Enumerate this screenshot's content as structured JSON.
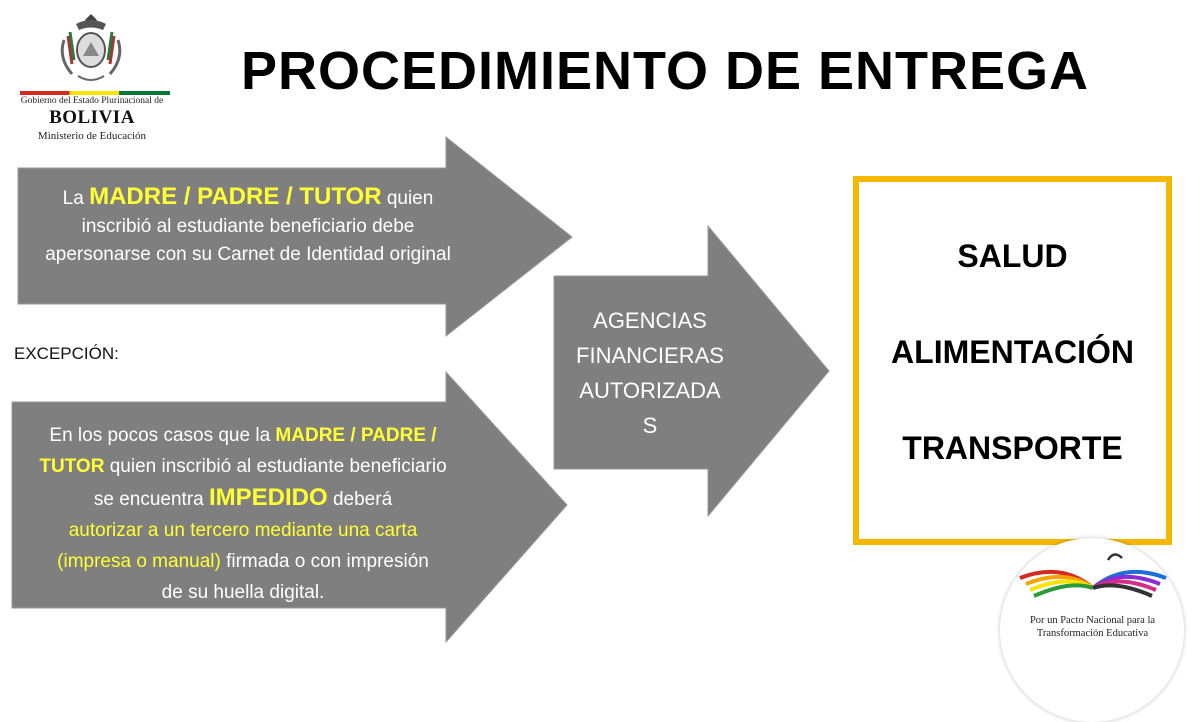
{
  "title": "PROCEDIMIENTO DE ENTREGA",
  "logo_left": {
    "line1": "Gobierno del Estado Plurinacional de",
    "line2": "BOLIVIA",
    "line3": "Ministerio de Educación"
  },
  "step1": {
    "prefix": "La",
    "highlight": "MADRE / PADRE / TUTOR",
    "rest_1": "quien",
    "line2": "inscribió al estudiante beneficiario debe",
    "line3": "apersonarse con su Carnet de Identidad original"
  },
  "exception_label": "EXCEPCIÓN:",
  "step2": {
    "part1": "En los pocos casos que la",
    "highlight1a": "MADRE / PADRE /",
    "highlight1b": "TUTOR",
    "part2": "quien inscribió al estudiante beneficiario",
    "part3": "se encuentra",
    "highlight2": "IMPEDIDO",
    "part4": "deberá",
    "highlight3a": "autorizar a un tercero mediante una carta",
    "highlight3b": "(impresa o manual)",
    "part5": "firmada o con impresión",
    "part6": "de su huella digital."
  },
  "step3": {
    "line1": "AGENCIAS",
    "line2": "FINANCIERAS",
    "line3": "AUTORIZADA",
    "line4": "S"
  },
  "uses": [
    "SALUD",
    "ALIMENTACIÓN",
    "TRANSPORTE"
  ],
  "logo_right": {
    "caption_line1": "Por un Pacto Nacional para la",
    "caption_line2": "Transformación Educativa"
  },
  "colors": {
    "arrow_fill": "#7f7f7f",
    "highlight": "#ffff33",
    "box_border": "#f5b800"
  }
}
